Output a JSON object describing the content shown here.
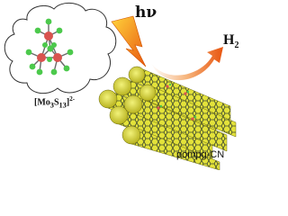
{
  "labels": {
    "photon": "hν",
    "hydrogen_main": "H",
    "hydrogen_sub": "2",
    "cluster_formula": "[Mo",
    "cluster_mo_sub": "3",
    "cluster_s": "S",
    "cluster_s_sub": "13",
    "cluster_charge": "2-",
    "material": "pompg-CN"
  },
  "colors": {
    "rod_yellow": "#e3e23a",
    "mesh_dark": "#2f3a2a",
    "mo_atom": "#d9534f",
    "s_atom": "#4cc94c",
    "lightning": "#f39c12",
    "arrow": "#f07a18"
  },
  "icons": [
    "lightning-bolt-icon",
    "curved-arrow-icon",
    "molecule-cluster-icon",
    "thought-bubble-icon",
    "nanorod-bundle-icon"
  ]
}
